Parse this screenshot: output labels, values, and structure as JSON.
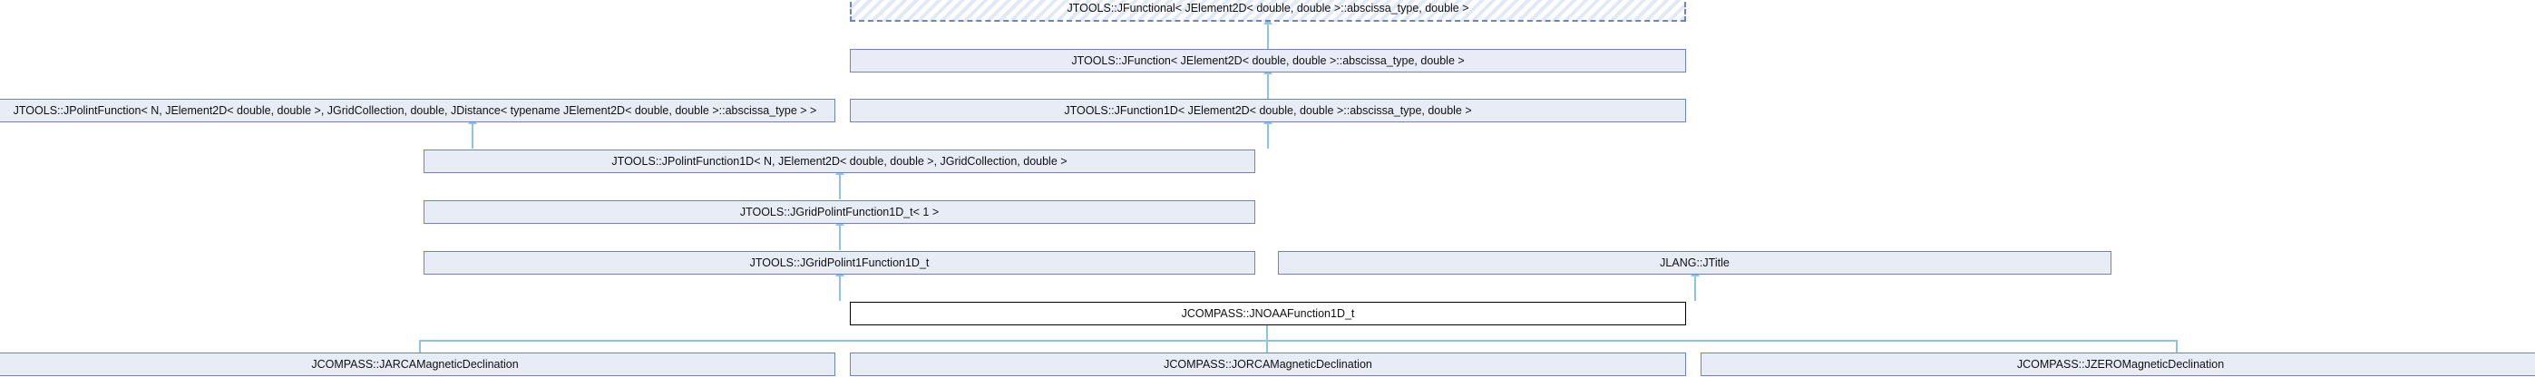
{
  "diagram": {
    "kind": "inheritance-graph",
    "colors": {
      "node_fill": "#e7ecf7",
      "node_border": "#6c85c0",
      "current_fill": "#ffffff",
      "current_border": "#000000",
      "edge": "#8fc3e0"
    },
    "nodes": [
      {
        "id": "jfunctional",
        "label": "JTOOLS::JFunctional< JElement2D< double, double >::abscissa_type, double >",
        "style": "template"
      },
      {
        "id": "jfunction",
        "label": "JTOOLS::JFunction< JElement2D< double, double >::abscissa_type, double >",
        "style": "normal"
      },
      {
        "id": "jpolintfunction",
        "label": "JTOOLS::JPolintFunction< N, JElement2D< double, double >, JGridCollection, double, JDistance< typename JElement2D< double, double >::abscissa_type > >",
        "style": "normal"
      },
      {
        "id": "jfunction1d",
        "label": "JTOOLS::JFunction1D< JElement2D< double, double >::abscissa_type, double >",
        "style": "normal"
      },
      {
        "id": "jpolintfunction1d",
        "label": "JTOOLS::JPolintFunction1D< N, JElement2D< double, double >, JGridCollection, double >",
        "style": "normal"
      },
      {
        "id": "jgridpolintfunction1d",
        "label": "JTOOLS::JGridPolintFunction1D_t< 1 >",
        "style": "normal"
      },
      {
        "id": "jgridpolint1function1d",
        "label": "JTOOLS::JGridPolint1Function1D_t",
        "style": "normal"
      },
      {
        "id": "jtitle",
        "label": "JLANG::JTitle",
        "style": "normal"
      },
      {
        "id": "jnoaafunction1d",
        "label": "JCOMPASS::JNOAAFunction1D_t",
        "style": "current"
      },
      {
        "id": "jarca",
        "label": "JCOMPASS::JARCAMagneticDeclination",
        "style": "normal"
      },
      {
        "id": "jorca",
        "label": "JCOMPASS::JORCAMagneticDeclination",
        "style": "normal"
      },
      {
        "id": "jzero",
        "label": "JCOMPASS::JZEROMagneticDeclination",
        "style": "normal"
      }
    ]
  }
}
